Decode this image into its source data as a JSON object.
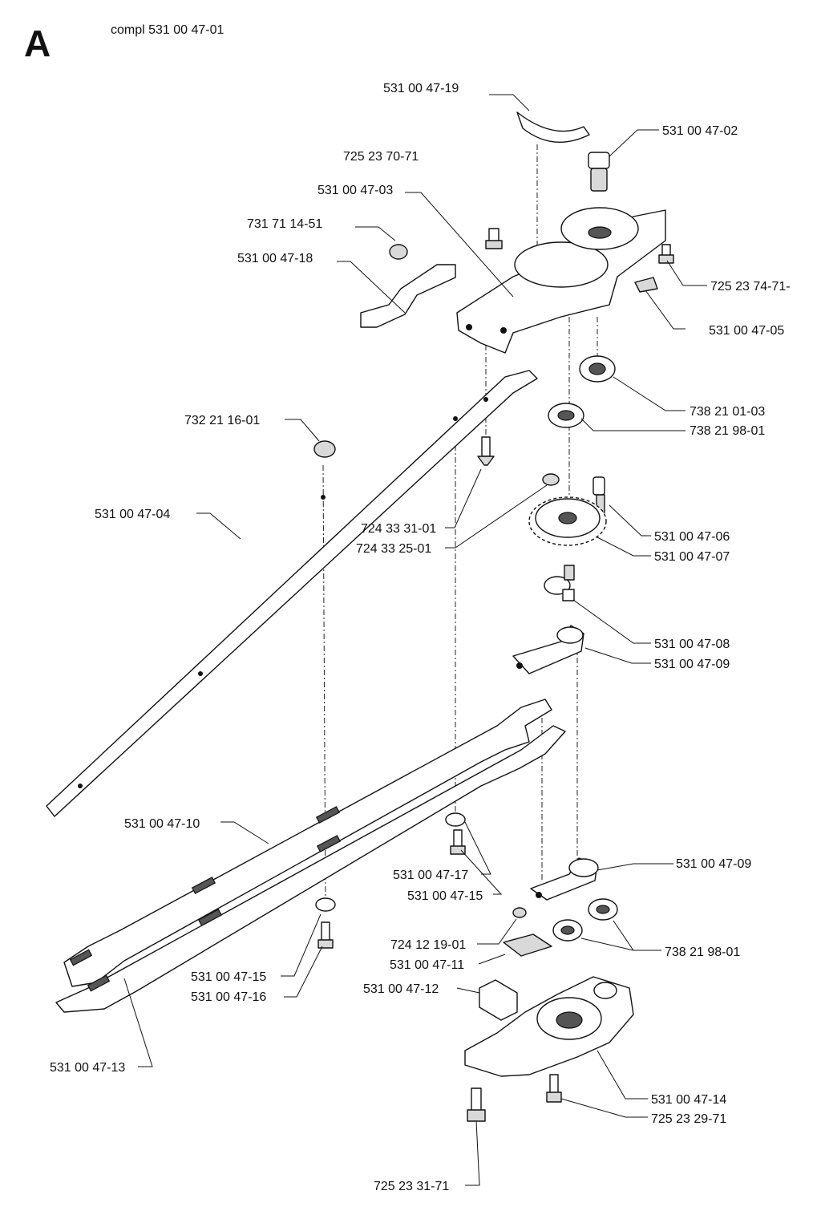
{
  "header": {
    "section_letter": "A",
    "assembly": "compl 531 00 47-01"
  },
  "callouts": {
    "c1": "531 00 47-19",
    "c2": "531 00 47-02",
    "c3": "725 23 70-71",
    "c4": "531 00 47-03",
    "c5": "731 71 14-51",
    "c6": "531 00 47-18",
    "c7": "725 23 74-71-",
    "c8": "531 00 47-05",
    "c9": "738 21 01-03",
    "c10": "738 21 98-01",
    "c11": "732 21 16-01",
    "c12": "531 00 47-04",
    "c13": "531 00 47-06",
    "c14": "724 33 31-01",
    "c15": "531 00 47-07",
    "c16": "724 33  25-01",
    "c17": "531 00 47-08",
    "c18": "531 00 47-09",
    "c19": "531 00 47-10",
    "c20": "531 00 47-09",
    "c21": "531 00 47-17",
    "c22": "531 00 47-15",
    "c23": "724 12 19-01",
    "c24": "738 21 98-01",
    "c25": "531 00 47-11",
    "c26": "531 00 47-15",
    "c27": "531 00 47-12",
    "c28": "531 00 47-16",
    "c29": "531 00 47-13",
    "c30": "531 00 47-14",
    "c31": "725 23 29-71",
    "c32": "725 23 31-71"
  }
}
